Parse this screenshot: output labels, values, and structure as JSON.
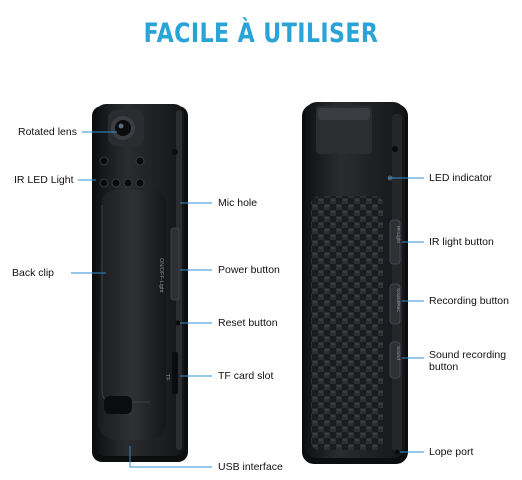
{
  "title": "FACILE À UTILISER",
  "labels": {
    "rotated_lens": "Rotated lens",
    "ir_led_light": "IR LED Light",
    "back_clip": "Back clip",
    "mic_hole": "Mic hole",
    "power_button": "Power button",
    "reset_button": "Reset button",
    "tf_card_slot": "TF card slot",
    "usb_interface": "USB interface",
    "led_indicator": "LED indicator",
    "ir_light_button": "IR light button",
    "recording_button": "Recording button",
    "sound_recording_button": "Sound recording button",
    "lope_port": "Lope port"
  },
  "device_text": {
    "front_side_label": "ON/OFF-Light",
    "tf_label": "TF",
    "back_ir_label": "IR-Light",
    "back_rec_label": "Sound/Rec",
    "back_sound_label": "Sound"
  },
  "colors": {
    "accent": "#2aa3d6",
    "leader": "#2f8fd0",
    "device": "#1e1f22"
  }
}
